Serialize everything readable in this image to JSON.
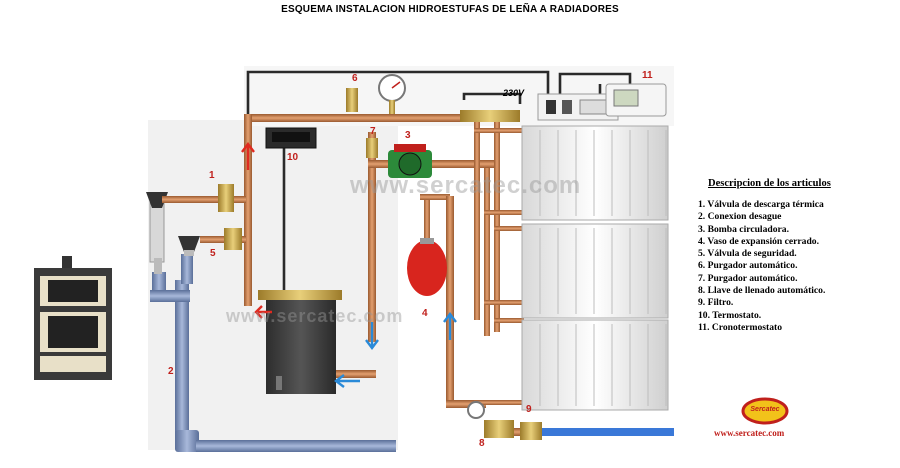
{
  "title": "ESQUEMA INSTALACION HIDROESTUFAS DE LEÑA A RADIADORES",
  "watermark": "www.sercatec.com",
  "voltage_label": "230V",
  "website": "www.sercatec.com",
  "logo": "Sercatec",
  "legend": {
    "heading": "Descripcion de los articulos",
    "items": [
      "1. Válvula de descarga térmica",
      "2. Conexion desague",
      "3. Bomba circuladora.",
      "4. Vaso de expansión cerrado.",
      "5. Válvula de seguridad.",
      "6. Purgador automático.",
      "7. Purgador automático.",
      "8. Llave de llenado automático.",
      "9. Filtro.",
      "10. Termostato.",
      "11. Cronotermostato"
    ]
  },
  "callouts": [
    "1",
    "2",
    "3",
    "4",
    "5",
    "6",
    "7",
    "8",
    "9",
    "10",
    "11"
  ],
  "colors": {
    "copper": "#c8794a",
    "drain_pipe": "#7f96c2",
    "cable": "#2a2a2a",
    "callout": "#c0201c",
    "flow_arrow_hot": "#e02a20",
    "flow_arrow_cold": "#2a8ad8",
    "cold_water": "#3a78d8",
    "expansion_vessel": "#d8251e",
    "stove": "#3a3a3a"
  }
}
